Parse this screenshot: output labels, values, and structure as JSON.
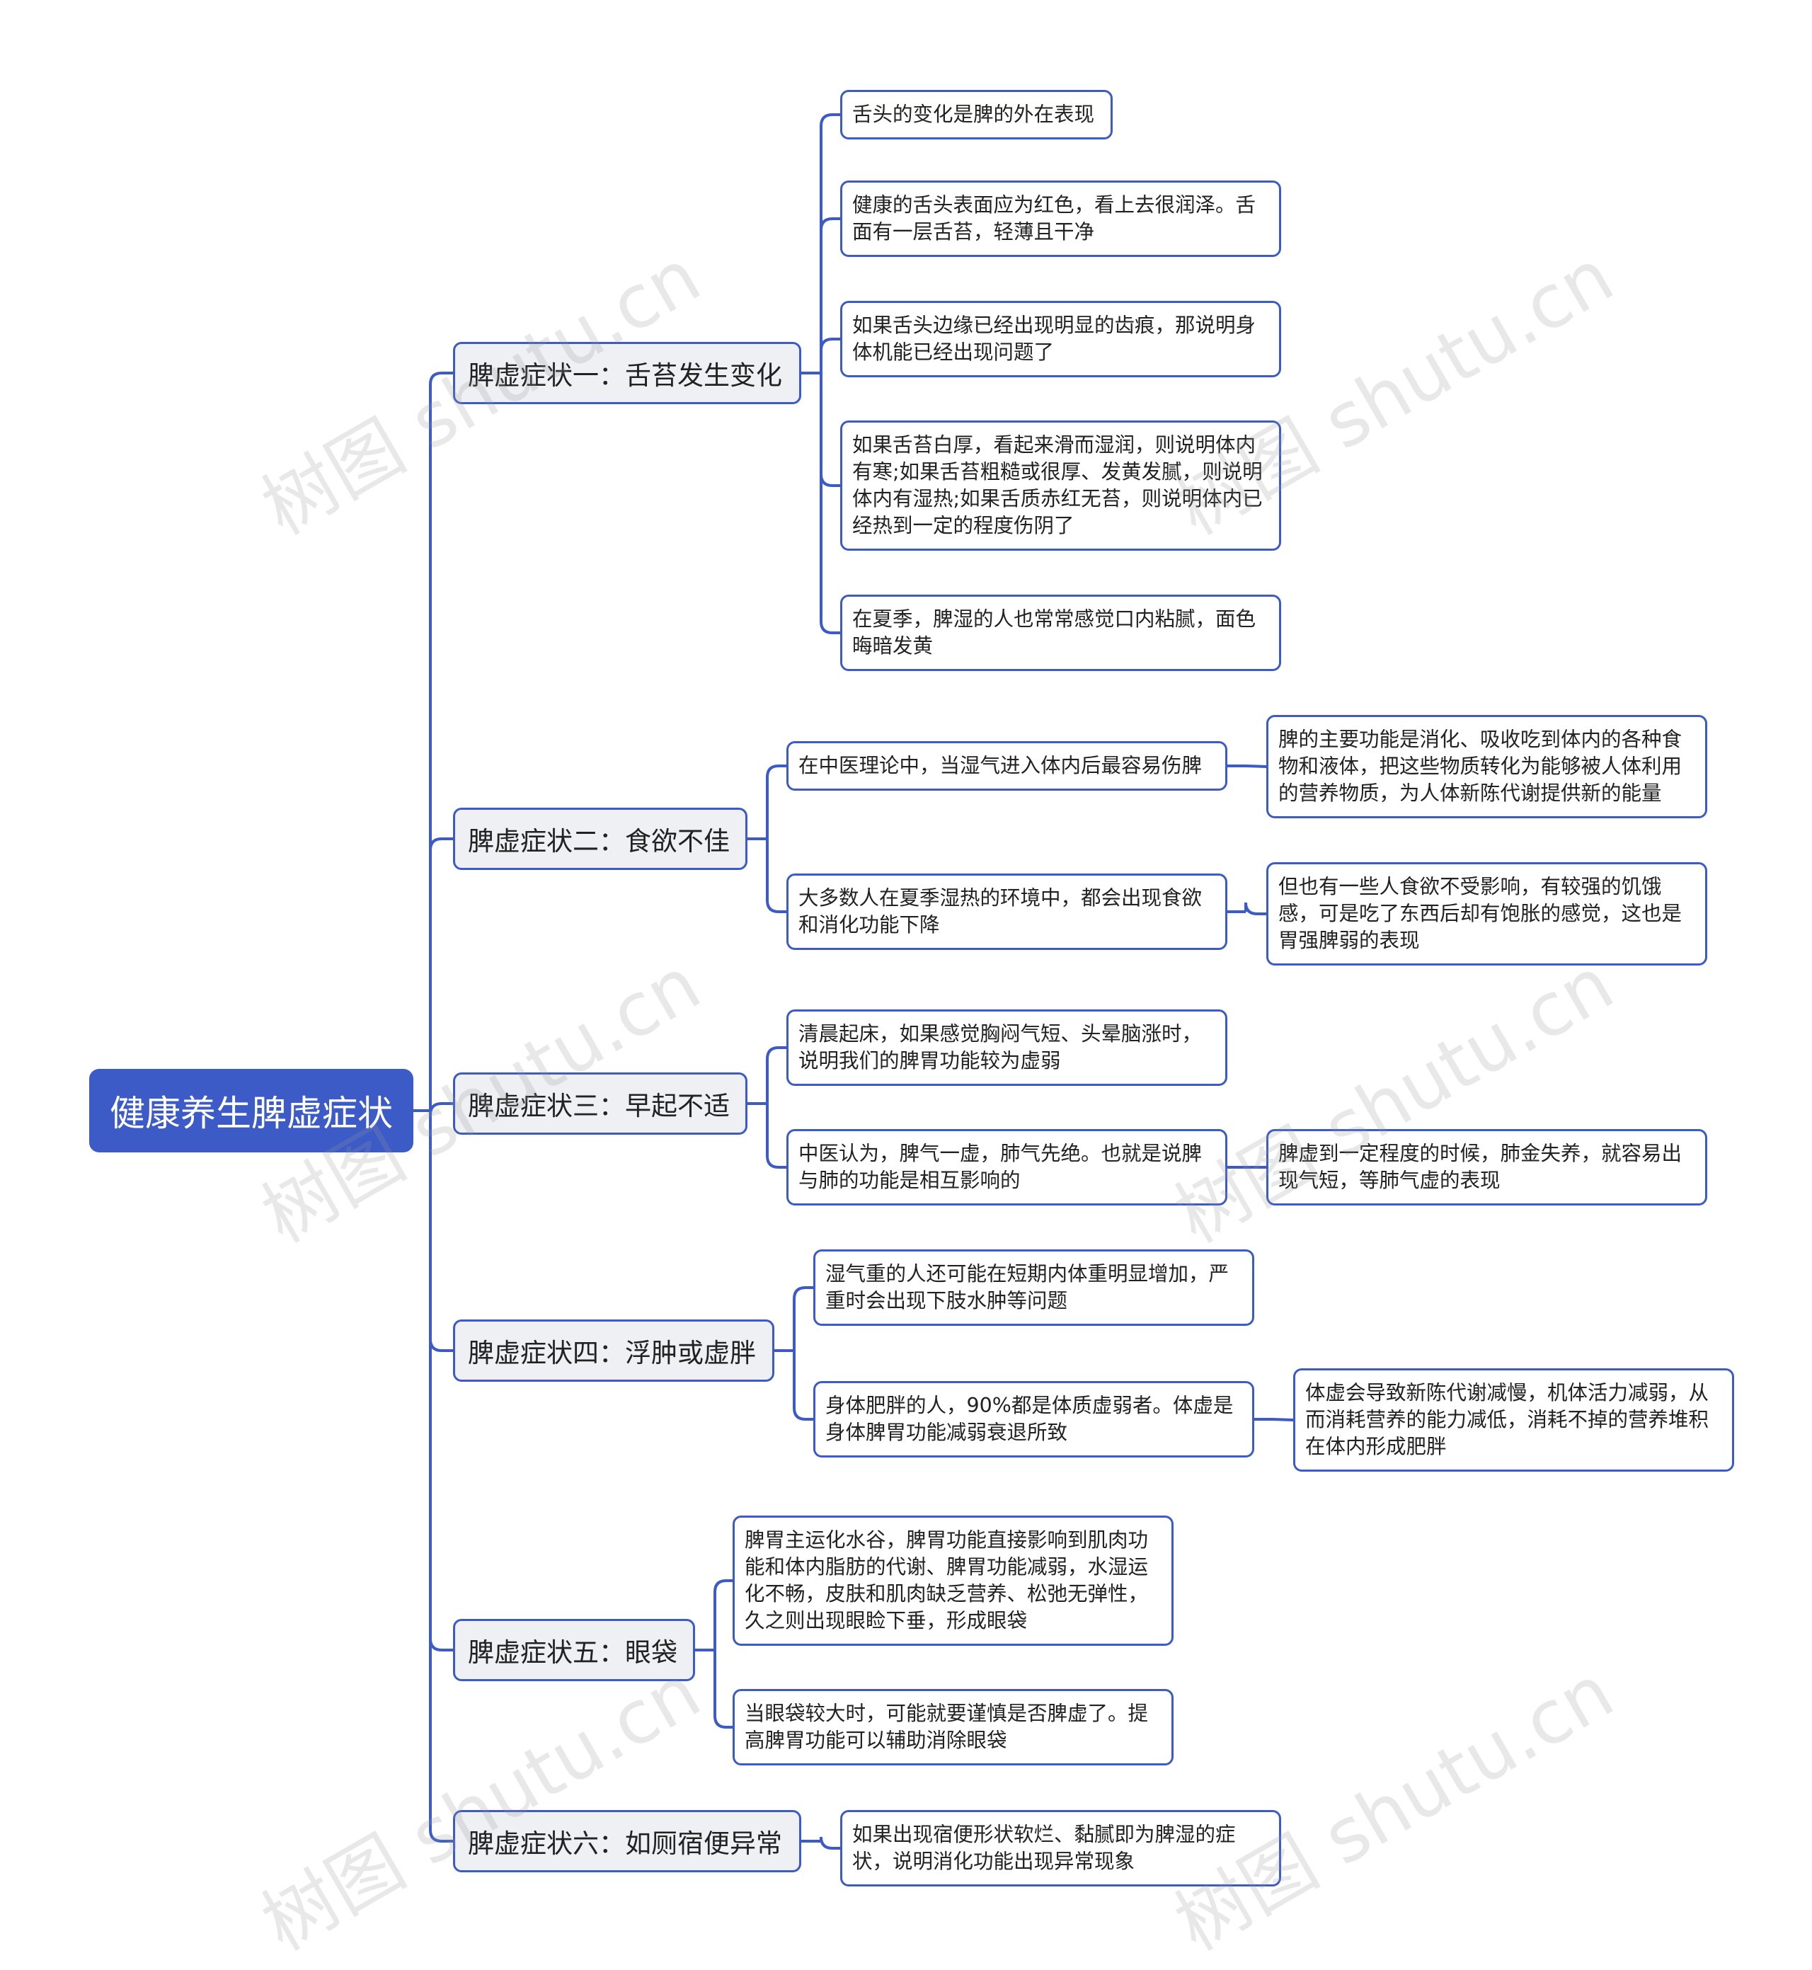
{
  "watermark": "树图 shutu.cn",
  "colors": {
    "accent": "#3C5BC6",
    "branch_bg": "#EEF0F4",
    "leaf_bg": "#FFFFFF",
    "text": "#222222"
  },
  "root": {
    "label": "健康养生脾虚症状"
  },
  "branches": [
    {
      "label": "脾虚症状一：舌苔发生变化",
      "children": [
        {
          "text": "舌头的变化是脾的外在表现"
        },
        {
          "text": "健康的舌头表面应为红色，看上去很润泽。舌面有一层舌苔，轻薄且干净"
        },
        {
          "text": "如果舌头边缘已经出现明显的齿痕，那说明身体机能已经出现问题了"
        },
        {
          "text": "如果舌苔白厚，看起来滑而湿润，则说明体内有寒;如果舌苔粗糙或很厚、发黄发腻，则说明体内有湿热;如果舌质赤红无苔，则说明体内已经热到一定的程度伤阴了"
        },
        {
          "text": "在夏季，脾湿的人也常常感觉口内粘腻，面色晦暗发黄"
        }
      ]
    },
    {
      "label": "脾虚症状二：食欲不佳",
      "children": [
        {
          "text": "在中医理论中，当湿气进入体内后最容易伤脾",
          "children": [
            {
              "text": "脾的主要功能是消化、吸收吃到体内的各种食物和液体，把这些物质转化为能够被人体利用的营养物质，为人体新陈代谢提供新的能量"
            }
          ]
        },
        {
          "text": "大多数人在夏季湿热的环境中，都会出现食欲和消化功能下降",
          "children": [
            {
              "text": "但也有一些人食欲不受影响，有较强的饥饿感，可是吃了东西后却有饱胀的感觉，这也是胃强脾弱的表现"
            }
          ]
        }
      ]
    },
    {
      "label": "脾虚症状三：早起不适",
      "children": [
        {
          "text": "清晨起床，如果感觉胸闷气短、头晕脑涨时，说明我们的脾胃功能较为虚弱"
        },
        {
          "text": "中医认为，脾气一虚，肺气先绝。也就是说脾与肺的功能是相互影响的",
          "children": [
            {
              "text": "脾虚到一定程度的时候，肺金失养，就容易出现气短，等肺气虚的表现"
            }
          ]
        }
      ]
    },
    {
      "label": "脾虚症状四：浮肿或虚胖",
      "children": [
        {
          "text": "湿气重的人还可能在短期内体重明显增加，严重时会出现下肢水肿等问题"
        },
        {
          "text": "身体肥胖的人，90%都是体质虚弱者。体虚是身体脾胃功能减弱衰退所致",
          "children": [
            {
              "text": "体虚会导致新陈代谢减慢，机体活力减弱，从而消耗营养的能力减低，消耗不掉的营养堆积在体内形成肥胖"
            }
          ]
        }
      ]
    },
    {
      "label": "脾虚症状五：眼袋",
      "children": [
        {
          "text": "脾胃主运化水谷，脾胃功能直接影响到肌肉功能和体内脂肪的代谢、脾胃功能减弱，水湿运化不畅，皮肤和肌肉缺乏营养、松弛无弹性，久之则出现眼睑下垂，形成眼袋"
        },
        {
          "text": "当眼袋较大时，可能就要谨慎是否脾虚了。提高脾胃功能可以辅助消除眼袋"
        }
      ]
    },
    {
      "label": "脾虚症状六：如厕宿便异常",
      "children": [
        {
          "text": "如果出现宿便形状软烂、黏腻即为脾湿的症状，说明消化功能出现异常现象"
        }
      ]
    }
  ]
}
